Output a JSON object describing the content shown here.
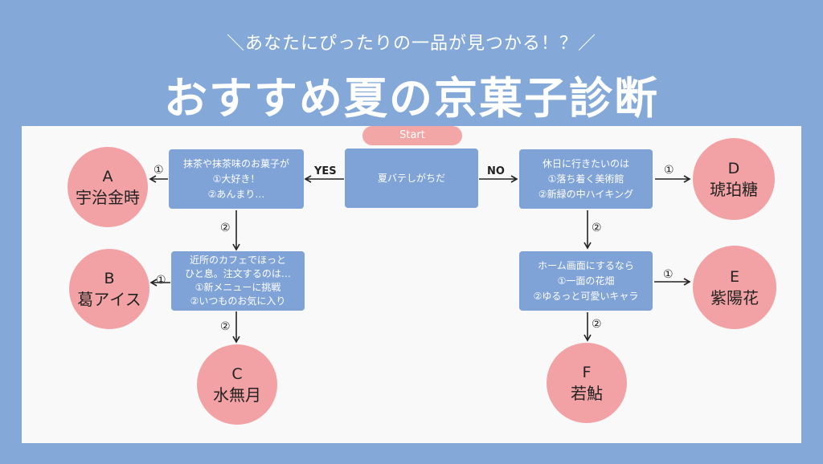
{
  "header": {
    "subtitle": "＼あなたにぴったりの一品が見つかる！？／",
    "title": "おすすめ夏の京菓子診断"
  },
  "start_label": "Start",
  "questions": {
    "q1": {
      "text": "夏バテしがちだ"
    },
    "q_left1": {
      "lines": [
        "抹茶や抹茶味のお菓子が",
        "①大好き！",
        "②あんまり…"
      ]
    },
    "q_left2": {
      "lines": [
        "近所のカフェでほっと",
        "ひと息。注文するのは…",
        "①新メニューに挑戦",
        "②いつものお気に入り"
      ]
    },
    "q_right1": {
      "lines": [
        "休日に行きたいのは",
        "①落ち着く美術館",
        "②新緑の中ハイキング"
      ]
    },
    "q_right2": {
      "lines": [
        "ホーム画面にするなら",
        "①一面の花畑",
        "②ゆるっと可愛いキャラ"
      ]
    }
  },
  "labels": {
    "yes": "YES",
    "no": "NO",
    "one": "①",
    "two": "②"
  },
  "results": [
    {
      "letter": "A",
      "name": "宇治金時"
    },
    {
      "letter": "B",
      "name": "葛アイス"
    },
    {
      "letter": "C",
      "name": "水無月"
    },
    {
      "letter": "D",
      "name": "琥珀糖"
    },
    {
      "letter": "E",
      "name": "紫陽花"
    },
    {
      "letter": "F",
      "name": "若鮎"
    }
  ],
  "colors": {
    "background": "#84a9d8",
    "box": "#7fa3d6",
    "result": "#f2a2a4",
    "start": "#f2a7a6",
    "panel": "#f9f9f9"
  }
}
